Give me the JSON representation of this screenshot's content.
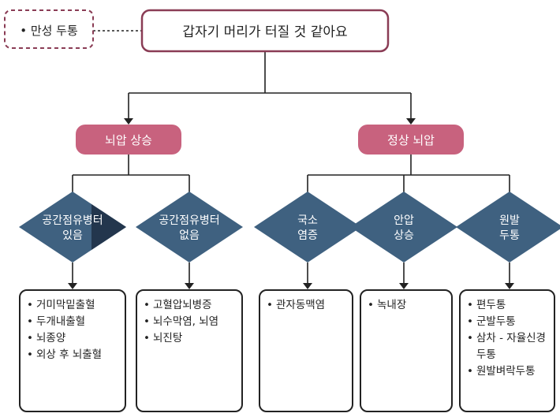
{
  "side_note": "• 만성 두통",
  "root": "갑자기 머리가 터질 것 같아요",
  "branches": [
    {
      "label": "뇌압 상승",
      "conditions": [
        {
          "lines": [
            "공간점유병터",
            "있음"
          ],
          "items": [
            "거미막밑출혈",
            "두개내출혈",
            "뇌종양",
            "외상 후 뇌출혈"
          ]
        },
        {
          "lines": [
            "공간점유병터",
            "없음"
          ],
          "items": [
            "고혈압뇌병증",
            "뇌수막염, 뇌염",
            "뇌진탕"
          ]
        }
      ]
    },
    {
      "label": "정상 뇌압",
      "conditions": [
        {
          "lines": [
            "국소",
            "염증"
          ],
          "items": [
            "관자동맥염"
          ]
        },
        {
          "lines": [
            "안압",
            "상승"
          ],
          "items": [
            "녹내장"
          ]
        },
        {
          "lines": [
            "원발",
            "두통"
          ],
          "items": [
            "편두통",
            "군발두통",
            "삼차 - 자율신경\n두통",
            "원발벼락두통"
          ]
        }
      ]
    }
  ],
  "colors": {
    "root_border": "#8a3c55",
    "pill_fill": "#c8627e",
    "diamond_fill": "#3f6180",
    "diamond_shade": "#1e2f44",
    "line": "#222222"
  }
}
